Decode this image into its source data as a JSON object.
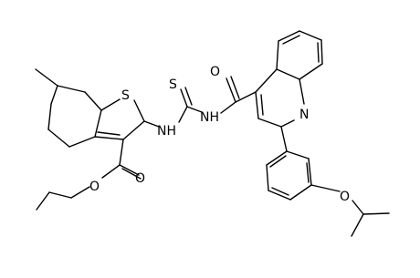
{
  "molecule": {
    "atom_labels": {
      "sulfur_ring": "S",
      "sulfur_thioxo": "S",
      "nh_left": "NH",
      "nh_right": "NH",
      "oxygen_amide": "O",
      "nitrogen_quinoline": "N",
      "oxygen_ester_carbonyl": "O",
      "oxygen_ester_single": "O",
      "oxygen_ether": "O"
    }
  }
}
